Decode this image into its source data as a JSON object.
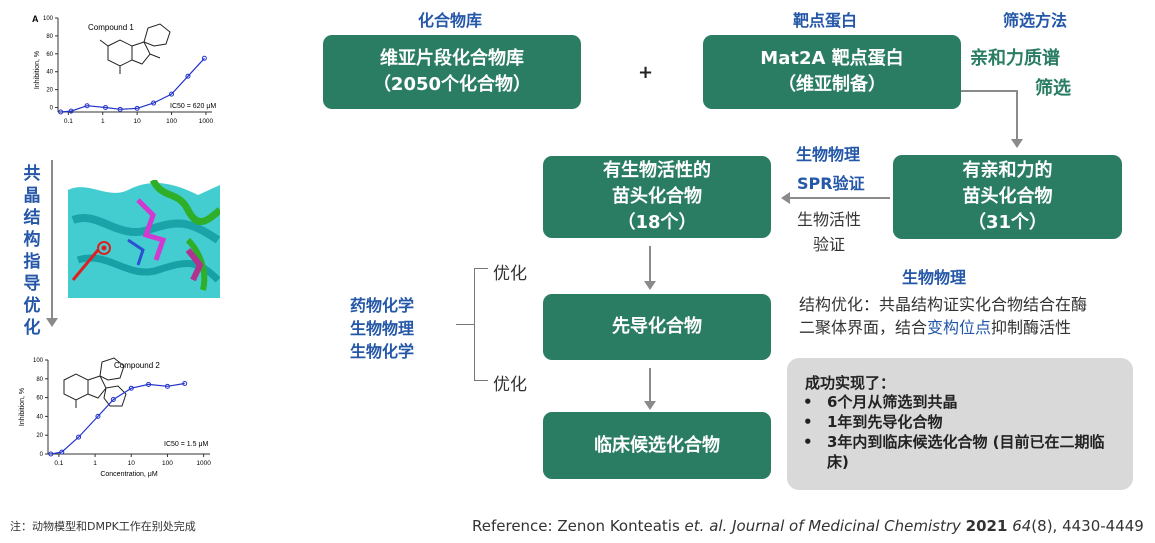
{
  "headers": {
    "library": "化合物库",
    "target": "靶点蛋白",
    "screening": "筛选方法"
  },
  "boxes": {
    "library": [
      "维亚片段化合物库",
      "（2050个化合物）"
    ],
    "target": [
      "Mat2A 靶点蛋白",
      "（维亚制备）"
    ],
    "bio_hits": [
      "有生物活性的",
      "苗头化合物",
      "（18个）"
    ],
    "affinity_hits": [
      "有亲和力的",
      "苗头化合物",
      "（31个）"
    ],
    "lead": "先导化合物",
    "clinical": "临床候选化合物"
  },
  "plus": "+",
  "screening_method": [
    "亲和力质谱",
    "筛选"
  ],
  "spr": {
    "line1": "生物物理",
    "line2": "SPR验证",
    "bio1": "生物活性",
    "bio2": "验证"
  },
  "disciplines": [
    "药物化学",
    "生物物理",
    "生物化学"
  ],
  "optimize_top": "优化",
  "optimize_bottom": "优化",
  "biophysics_note": {
    "title": "生物物理",
    "text1": "结构优化：共晶结构证实化合物结合在酶",
    "text2_a": "二聚体界面，结合",
    "text2_link": "变构位点",
    "text2_b": "抑制酶活性"
  },
  "success": {
    "title": "成功实现了：",
    "items": [
      "6个月从筛选到共晶",
      "1年到先导化合物",
      "3年内到临床候选化合物 (目前已在二期临床)"
    ]
  },
  "left_panel": {
    "vertical_label": [
      "共",
      "晶",
      "结",
      "构",
      "指",
      "导",
      "优",
      "化"
    ],
    "chart1": {
      "panel_letter": "A",
      "compound": "Compound 1",
      "ylabel": "Inhibition, %",
      "ic50": "IC50 = 620 μM",
      "xticks": [
        "0.1",
        "1",
        "10",
        "100",
        "1000"
      ],
      "yticks": [
        "0",
        "20",
        "40",
        "60",
        "80",
        "100"
      ]
    },
    "chart2": {
      "compound": "Compound 2",
      "ylabel": "Inhibition, %",
      "xlabel": "Concentration, μM",
      "ic50": "IC50 = 1.5 μM",
      "xticks": [
        "0.1",
        "1",
        "10",
        "100",
        "1000"
      ],
      "yticks": [
        "0",
        "20",
        "40",
        "60",
        "80",
        "100"
      ]
    }
  },
  "footnote": "注：动物模型和DMPK工作在别处完成",
  "reference": {
    "prefix": "Reference: Zenon Konteatis",
    "etal": "et. al.",
    "journal": "Journal of Medicinal Chemistry",
    "year": "2021",
    "volume": "64",
    "rest": "(8), 4430-4449"
  },
  "colors": {
    "box_green": "#2a7d63",
    "header_blue": "#2457a8",
    "curve_blue": "#2233cc"
  },
  "chart_data": [
    {
      "type": "scatter",
      "title": "Compound 1",
      "ylabel": "Inhibition, %",
      "x": [
        0.06,
        0.12,
        0.35,
        1.2,
        3.2,
        10,
        30,
        100,
        300,
        900
      ],
      "y": [
        -5,
        -4,
        2,
        0,
        -2,
        -1,
        5,
        15,
        35,
        55
      ],
      "ylim": [
        -5,
        100
      ],
      "xscale": "log"
    },
    {
      "type": "scatter",
      "title": "Compound 2",
      "xlabel": "Concentration, μM",
      "ylabel": "Inhibition, %",
      "x": [
        0.06,
        0.12,
        0.35,
        1.2,
        3.2,
        10,
        30,
        100,
        300
      ],
      "y": [
        0,
        2,
        18,
        40,
        58,
        70,
        74,
        72,
        75
      ],
      "ylim": [
        0,
        100
      ],
      "xscale": "log"
    }
  ]
}
